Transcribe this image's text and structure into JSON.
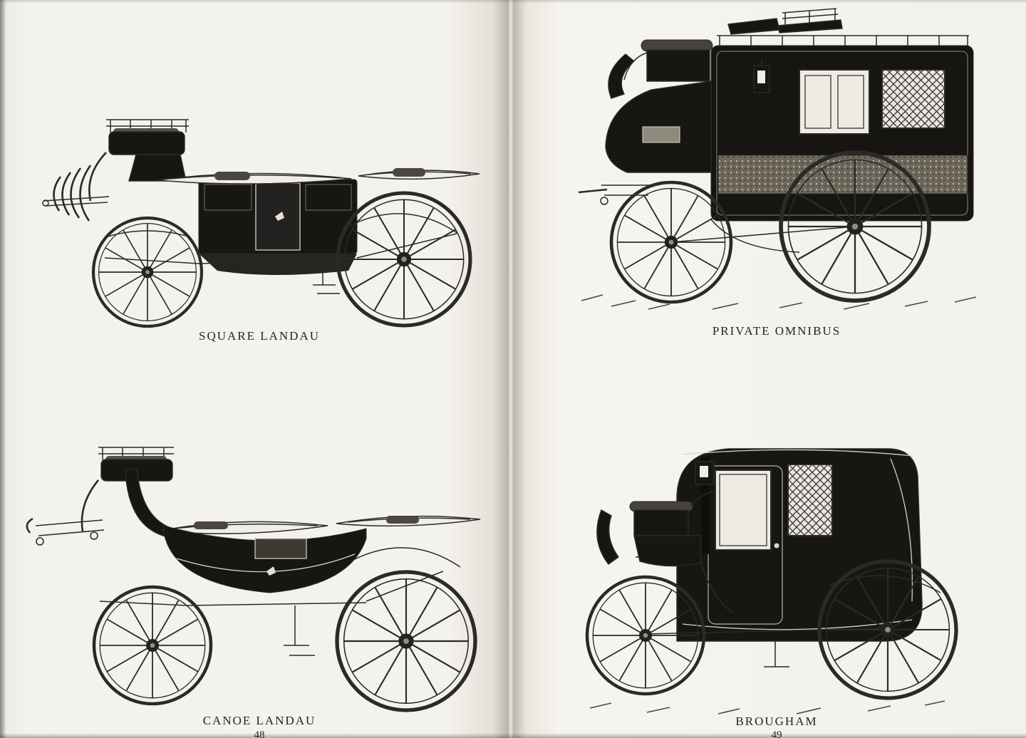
{
  "left_page": {
    "page_number": "48",
    "figures": [
      {
        "caption": "SQUARE LANDAU"
      },
      {
        "caption": "CANOE LANDAU"
      }
    ]
  },
  "right_page": {
    "page_number": "49",
    "figures": [
      {
        "caption": "PRIVATE OMNIBUS"
      },
      {
        "caption": "BROUGHAM"
      }
    ]
  },
  "colors": {
    "paper": "#f4f2ec",
    "ink": "#25231f"
  }
}
